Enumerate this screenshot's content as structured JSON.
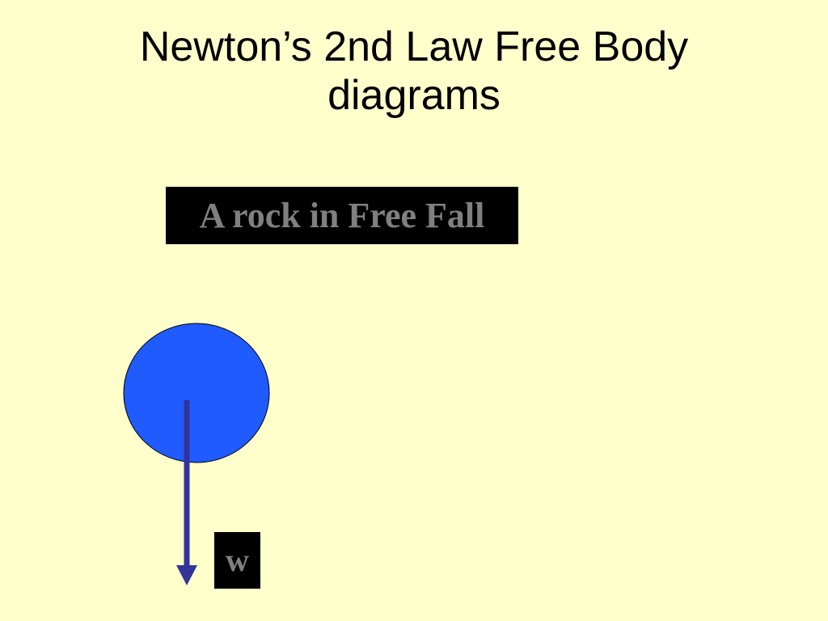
{
  "title": {
    "line1": "Newton’s 2nd Law Free Body",
    "line2": "diagrams"
  },
  "caption": "A rock in Free Fall",
  "force_label": "w",
  "colors": {
    "background": "#FFFFCC",
    "rock": "#1F5BFF",
    "arrow": "#333399",
    "label_box": "#000000",
    "label_text": "#808080"
  }
}
